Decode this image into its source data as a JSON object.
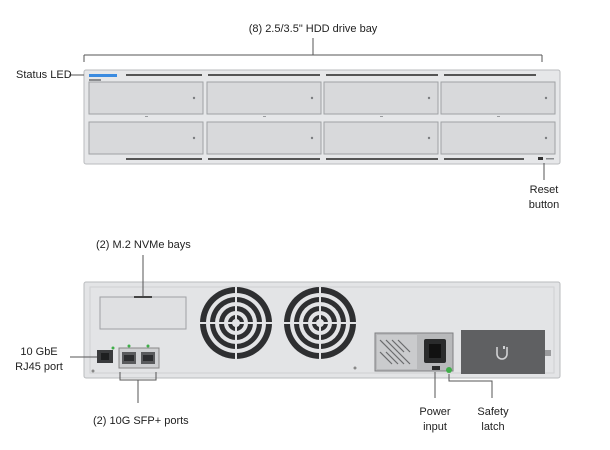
{
  "labels": {
    "drive_bay": "(8) 2.5/3.5\" HDD drive bay",
    "status_led": "Status LED",
    "reset_line1": "Reset",
    "reset_line2": "button",
    "nvme": "(2) M.2 NVMe bays",
    "rj45_line1": "10 GbE",
    "rj45_line2": "RJ45 port",
    "sfp": "(2) 10G SFP+ ports",
    "power_line1": "Power",
    "power_line2": "input",
    "latch_line1": "Safety",
    "latch_line2": "latch"
  },
  "front_panel": {
    "drive_bay_count": 8,
    "rows": 2,
    "columns": 4
  },
  "colors": {
    "chassis": "#e3e4e6",
    "chassis_edge": "#b9bbbe",
    "drive_tray": "#d8d9db",
    "psu_dark": "#5f6062",
    "fan_dark": "#2e2f31",
    "status_led": "#3b8be0",
    "sfp_led": "#3fae49",
    "leader_line": "#555555"
  }
}
